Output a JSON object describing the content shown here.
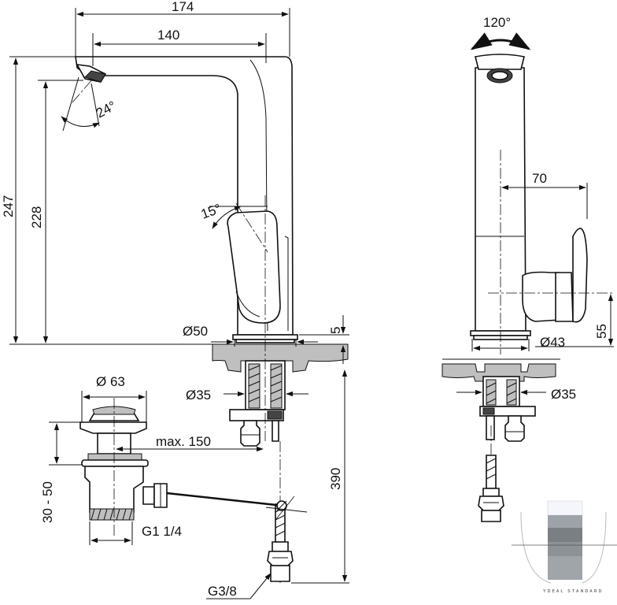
{
  "dimensions": {
    "total_width": "174",
    "spout_reach": "140",
    "spout_swivel": "120°",
    "total_height": "247",
    "spout_height": "228",
    "aerator_angle": "24°",
    "lever_angle": "15°",
    "base_diameter": "Ø50",
    "base_thickness": "5",
    "side_lever_reach": "70",
    "lever_height": "55",
    "side_base_diameter": "Ø43",
    "shank_diameter": "Ø35",
    "side_shank_diameter": "Ø35",
    "waste_diameter": "Ø 63",
    "waste_height_range": "30 - 50",
    "waste_distance": "max. 150",
    "waste_thread": "G1 1/4",
    "supply_length": "390",
    "supply_thread": "G3/8"
  },
  "logo": {
    "text": "ʏᴅᴇᴀʟ ꜱᴛᴀɴᴅᴀʀᴅ"
  }
}
